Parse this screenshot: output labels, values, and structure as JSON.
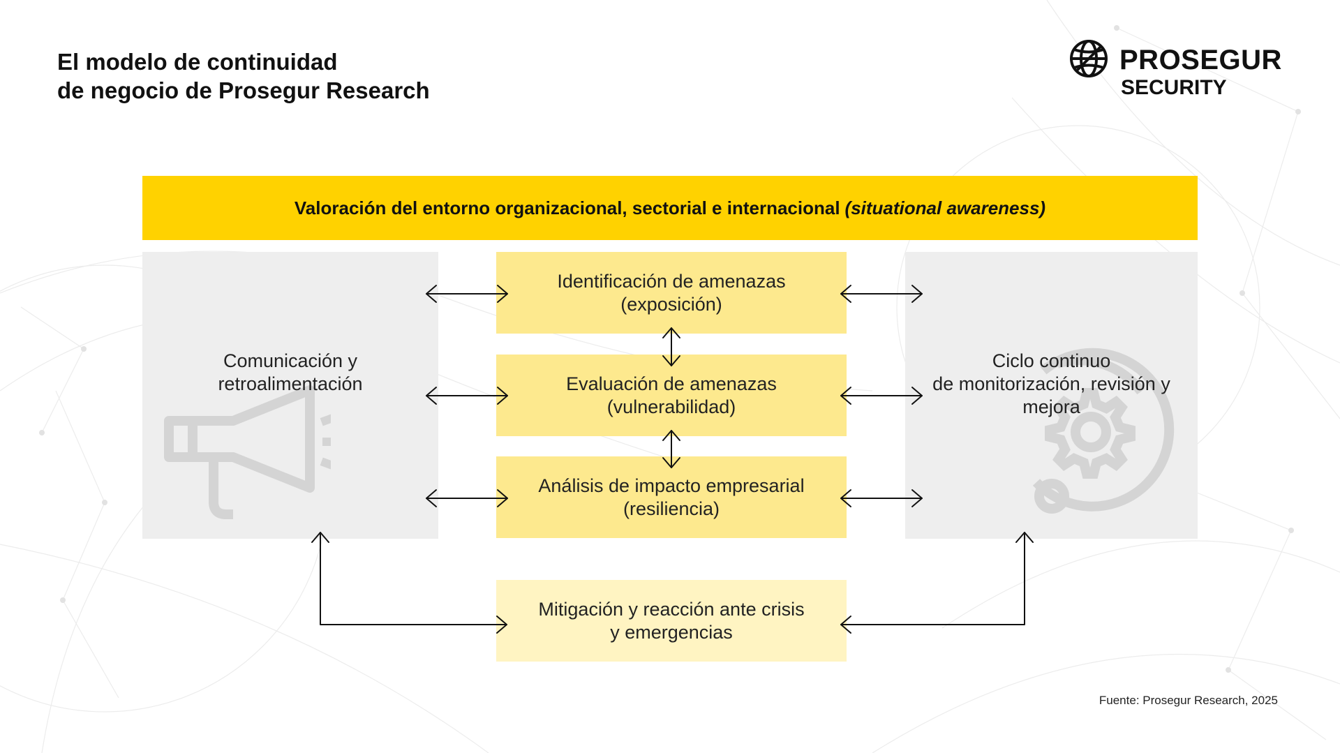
{
  "title": {
    "line1": "El modelo de continuidad",
    "line2": "de negocio de Prosegur Research"
  },
  "logo": {
    "name": "PROSEGUR",
    "sub": "SECURITY"
  },
  "diagram": {
    "top_bar": {
      "text": "Valoración del entorno organizacional, sectorial e internacional",
      "italic": "(situational awareness)"
    },
    "left_panel": {
      "line1": "Comunicación y",
      "line2": "retroalimentación",
      "icon": "megaphone-icon"
    },
    "right_panel": {
      "line1": "Ciclo continuo",
      "line2": "de monitorización, revisión y",
      "line3": "mejora",
      "icon": "gear-cycle-icon"
    },
    "steps": [
      {
        "line1": "Identificación de amenazas",
        "line2": "(exposición)"
      },
      {
        "line1": "Evaluación de amenazas",
        "line2": "(vulnerabilidad)"
      },
      {
        "line1": "Análisis de impacto empresarial",
        "line2": "(resiliencia)"
      },
      {
        "line1": "Mitigación y reacción ante crisis",
        "line2": "y emergencias"
      }
    ]
  },
  "source": "Fuente: Prosegur Research, 2025",
  "colors": {
    "accent": "#ffd200",
    "step_fill": "#fde98e",
    "step_light": "#fff4c2",
    "panel": "#eeeeee"
  }
}
